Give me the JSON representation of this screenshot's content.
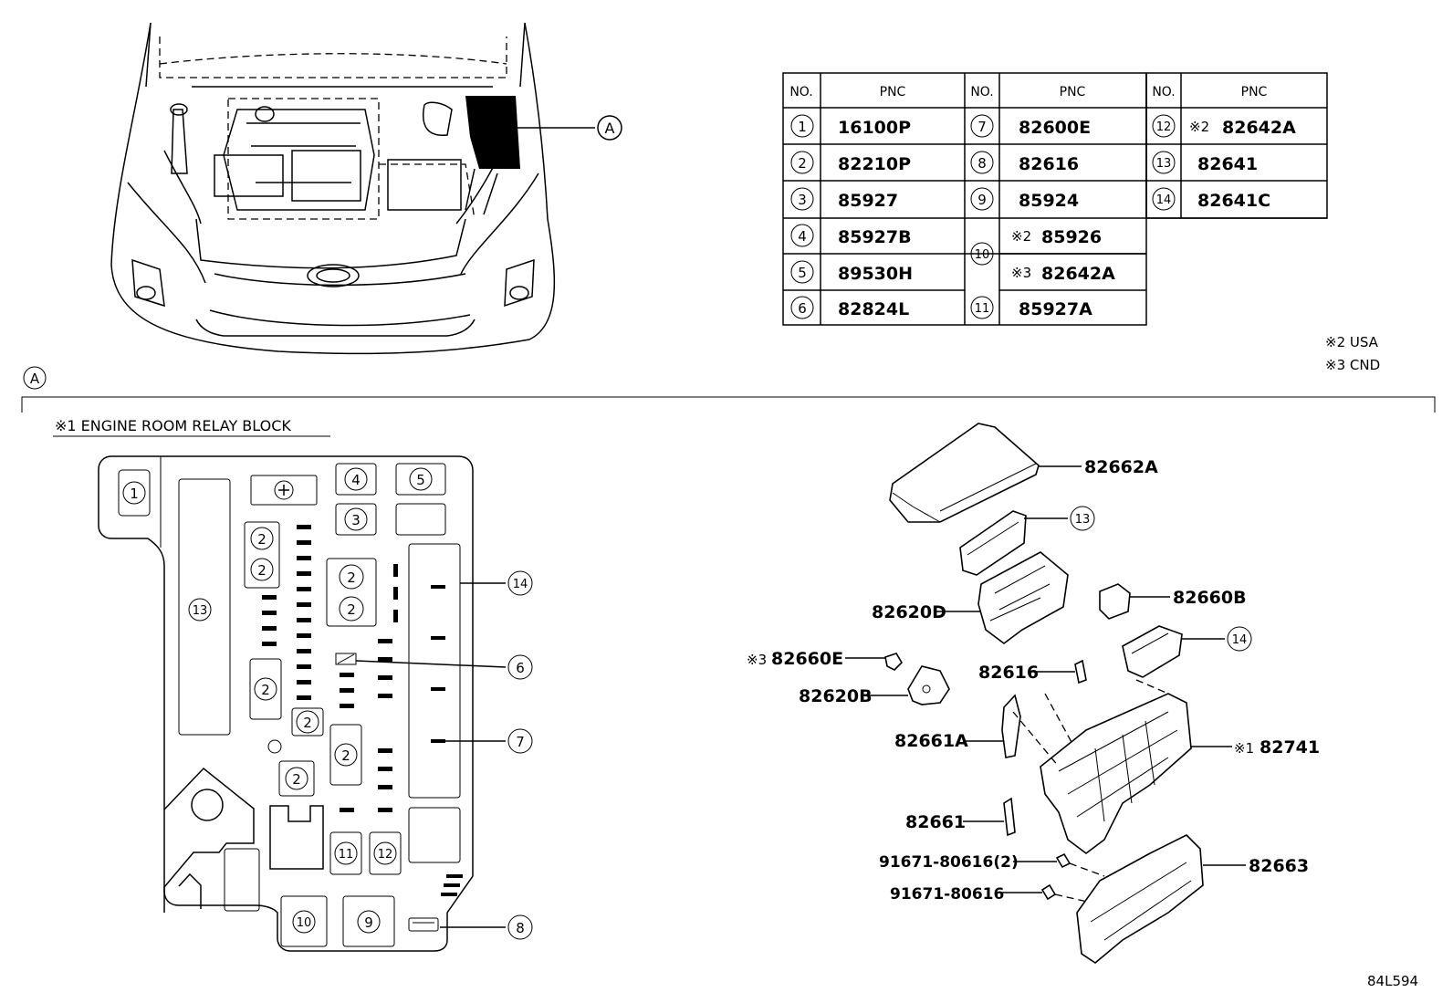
{
  "marker_a": "A",
  "pnc_table": {
    "headers": [
      "NO.",
      "PNC",
      "NO.",
      "PNC",
      "NO.",
      "PNC"
    ],
    "column1": [
      {
        "no": "1",
        "pnc": "16100P"
      },
      {
        "no": "2",
        "pnc": "82210P"
      },
      {
        "no": "3",
        "pnc": "85927"
      },
      {
        "no": "4",
        "pnc": "85927B"
      },
      {
        "no": "5",
        "pnc": "89530H"
      },
      {
        "no": "6",
        "pnc": "82824L"
      }
    ],
    "column2": [
      {
        "no": "7",
        "pnc": "82600E"
      },
      {
        "no": "8",
        "pnc": "82616"
      },
      {
        "no": "9",
        "pnc": "85924"
      },
      {
        "no": "10",
        "note": "※2",
        "pnc": "85926"
      },
      {
        "no": "10",
        "note": "※3",
        "pnc": "82642A"
      },
      {
        "no": "11",
        "pnc": "85927A"
      }
    ],
    "column3": [
      {
        "no": "12",
        "note": "※2",
        "pnc": "82642A"
      },
      {
        "no": "13",
        "pnc": "82641"
      },
      {
        "no": "14",
        "pnc": "82641C"
      }
    ]
  },
  "notes": [
    "※2 USA",
    "※3 CND"
  ],
  "relay_block_title": "※1 ENGINE ROOM RELAY BLOCK",
  "layout_labels": {
    "n1": "1",
    "n2": "2",
    "n3": "3",
    "n4": "4",
    "n5": "5",
    "n6": "6",
    "n7": "7",
    "n8": "8",
    "n9": "9",
    "n10": "10",
    "n11": "11",
    "n12": "12",
    "n13": "13",
    "n14": "14"
  },
  "exploded_parts": {
    "p82662A": "82662A",
    "p82660B": "82660B",
    "p82620D": "82620D",
    "p82660E_note": "※3",
    "p82660E": "82660E",
    "p82616": "82616",
    "p82620B": "82620B",
    "p82661A": "82661A",
    "p82741_note": "※1",
    "p82741": "82741",
    "p82661": "82661",
    "p91671a": "91671-80616(2)",
    "p91671b": "91671-80616",
    "p82663": "82663"
  },
  "diagram_code": "84L594"
}
